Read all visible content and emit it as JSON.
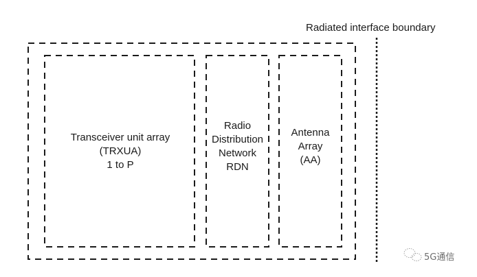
{
  "boundary_label": "Radiated interface boundary",
  "blocks": {
    "trxua": {
      "lines": [
        "Transceiver unit array",
        "(TRXUA)",
        "1 to P"
      ]
    },
    "rdn": {
      "lines": [
        "Radio",
        "Distribution",
        "Network",
        "RDN"
      ]
    },
    "aa": {
      "lines": [
        "Antenna",
        "Array",
        "(AA)"
      ]
    }
  },
  "watermark": {
    "icon": "wechat-icon",
    "text": "5G通信"
  },
  "colors": {
    "stroke": "#1a1a1a",
    "text": "#1a1a1a",
    "watermark": "#8a8a8a"
  }
}
